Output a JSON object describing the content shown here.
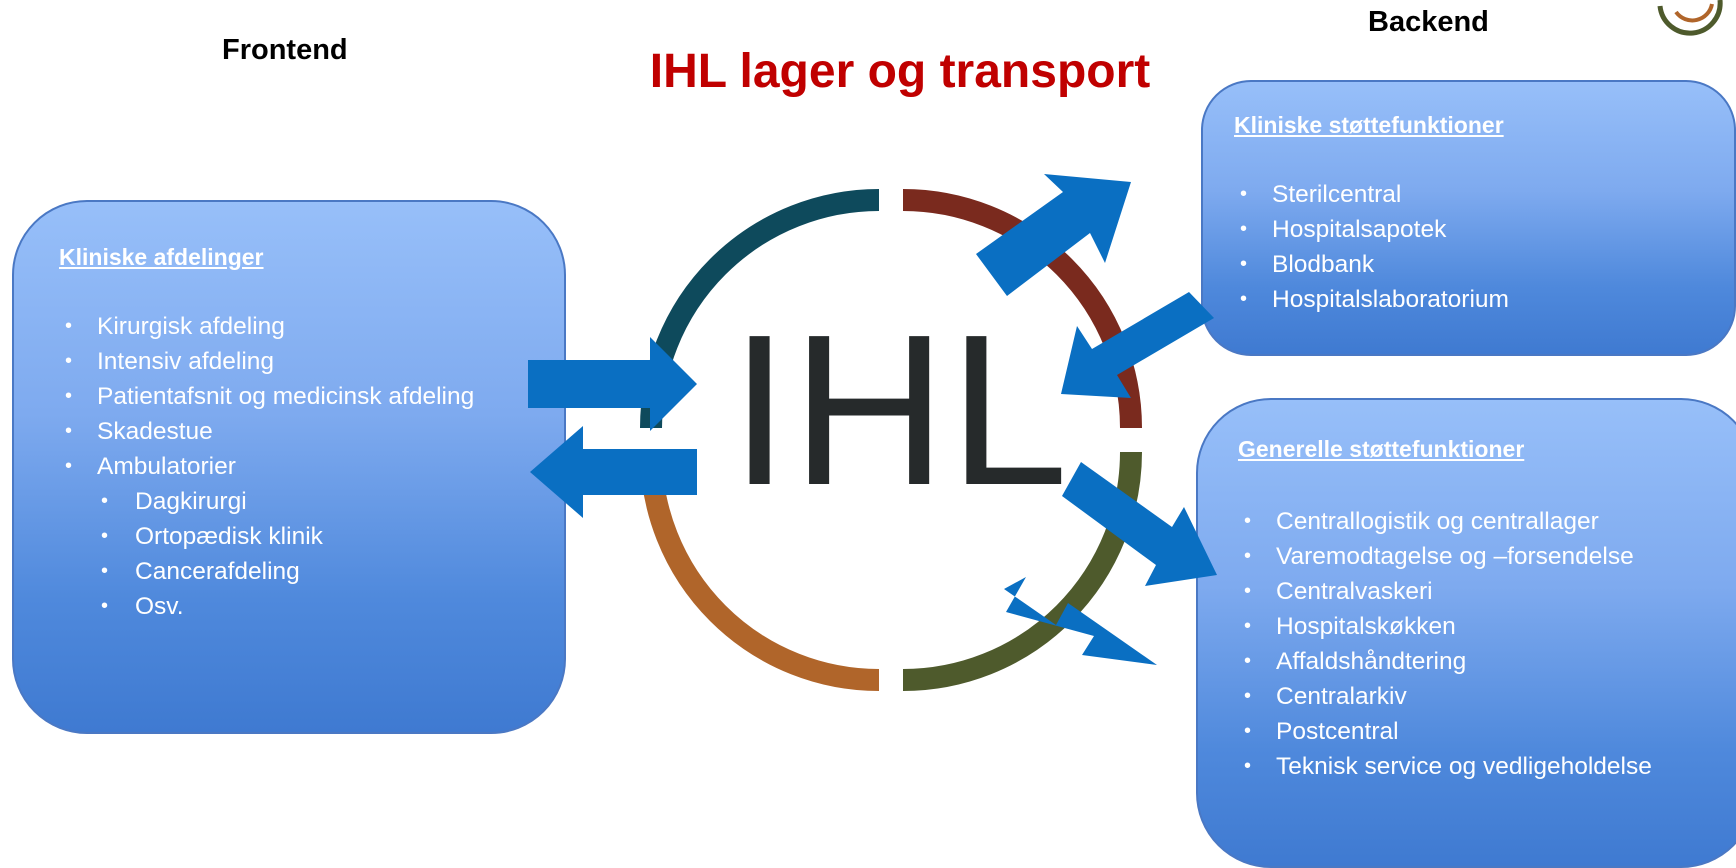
{
  "headers": {
    "frontend": "Frontend",
    "backend": "Backend"
  },
  "title": "IHL lager og transport",
  "center_label": "IHL",
  "left_box": {
    "title": "Kliniske afdelinger",
    "items": [
      {
        "text": "Kirurgisk afdeling",
        "level": 1
      },
      {
        "text": "Intensiv afdeling",
        "level": 1
      },
      {
        "text": "Patientafsnit og medicinsk afdeling",
        "level": 1
      },
      {
        "text": "Skadestue",
        "level": 1
      },
      {
        "text": "Ambulatorier",
        "level": 1
      },
      {
        "text": "Dagkirurgi",
        "level": 2
      },
      {
        "text": "Ortopædisk klinik",
        "level": 2
      },
      {
        "text": "Cancerafdeling",
        "level": 2
      },
      {
        "text": "Osv.",
        "level": 2
      }
    ]
  },
  "right_top_box": {
    "title": "Kliniske støttefunktioner",
    "items": [
      "Sterilcentral",
      "Hospitalsapotek",
      "Blodbank",
      "Hospitalslaboratorium"
    ]
  },
  "right_bottom_box": {
    "title": "Generelle støttefunktioner",
    "items": [
      "Centrallogistik og centrallager",
      "Varemodtagelse og –forsendelse",
      "Centralvaskeri",
      "Hospitalskøkken",
      "Affaldshåndtering",
      "Centralarkiv",
      "Postcentral",
      "Teknisk service og vedligeholdelse"
    ]
  },
  "colors": {
    "title_red": "#c00000",
    "arrow_blue": "#0a6fc2",
    "ring_teal": "#0e4a5c",
    "ring_maroon": "#7a2a1e",
    "ring_olive": "#4e5a2c",
    "ring_orange": "#b0652a"
  }
}
